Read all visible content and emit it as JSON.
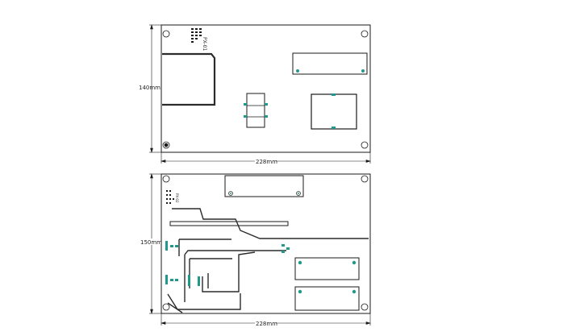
{
  "boards": [
    {
      "id": "top",
      "width_label": "228mm",
      "height_label": "140mm",
      "tiny_label": "PX-01"
    },
    {
      "id": "bottom",
      "width_label": "228mm",
      "height_label": "150mm",
      "tiny_label": "PX-02"
    }
  ],
  "colors": {
    "outline": "#1a1a1a",
    "trace": "#2b2b2b",
    "pad": "#1f9a8a",
    "fill": "#ffffff"
  }
}
